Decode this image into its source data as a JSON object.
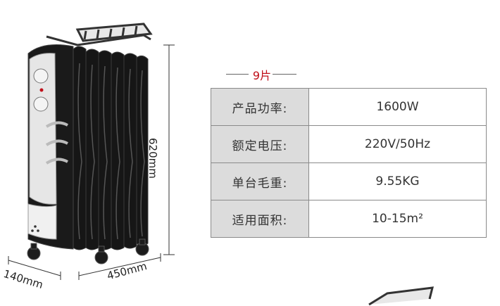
{
  "dimensions": {
    "height": "620mm",
    "depth": "140mm",
    "width": "450mm"
  },
  "fins_label": "9片",
  "specs": [
    {
      "label": "产品功率:",
      "value": "1600W"
    },
    {
      "label": "额定电压:",
      "value": "220V/50Hz"
    },
    {
      "label": "单台毛重:",
      "value": "9.55KG"
    },
    {
      "label": "适用面积:",
      "value": "10-15m²"
    }
  ],
  "colors": {
    "fins_accent": "#c0101a",
    "label_cell_bg": "#dcdcdc",
    "border": "#8a8a8a",
    "heater_body": "#151515"
  }
}
